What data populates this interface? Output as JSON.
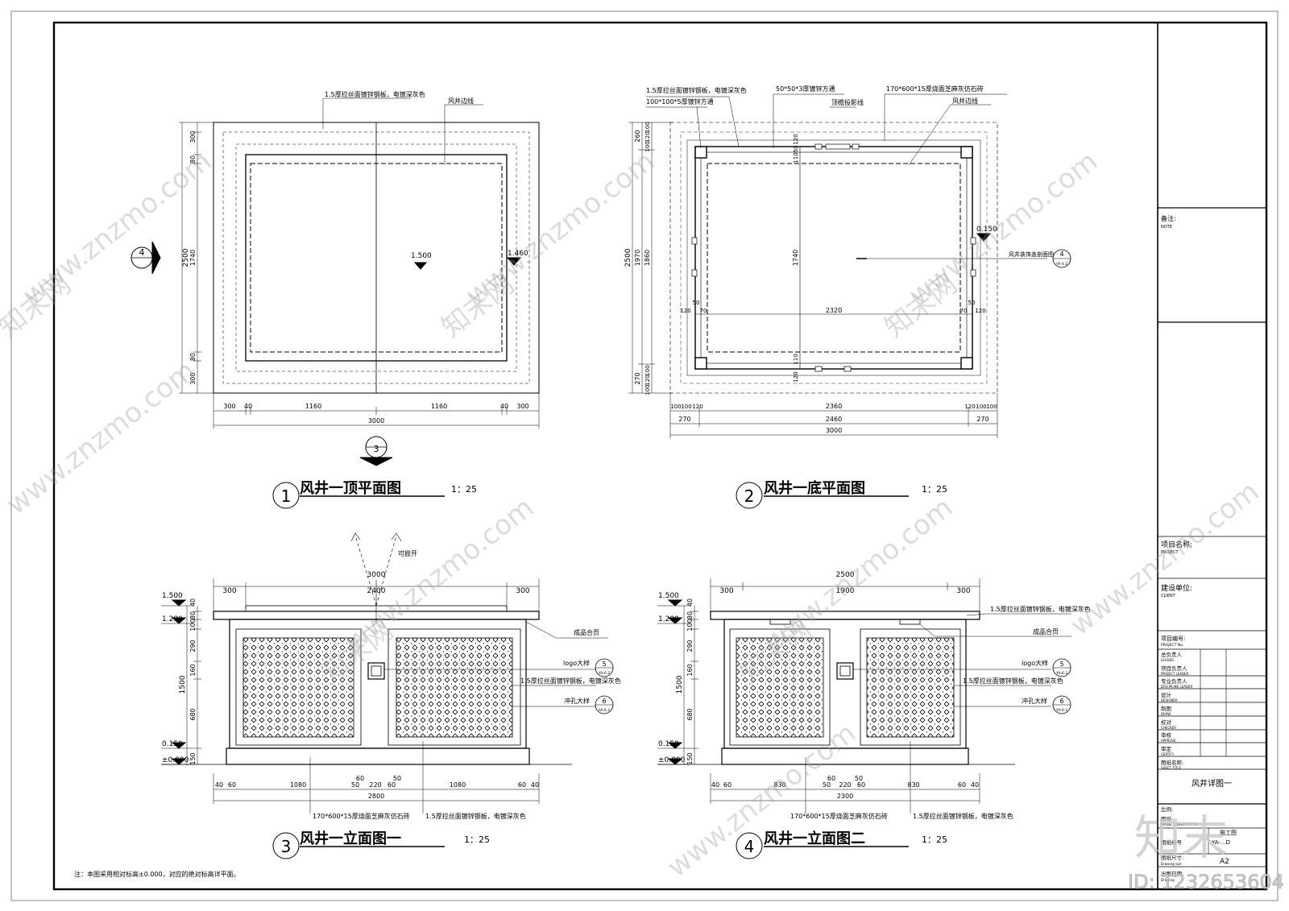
{
  "views": {
    "v1": {
      "num": "1",
      "title": "风井一顶平面图",
      "scale": "1：25"
    },
    "v2": {
      "num": "2",
      "title": "风井一底平面图",
      "scale": "1：25"
    },
    "v3": {
      "num": "3",
      "title": "风井一立面图一",
      "scale": "1：25"
    },
    "v4": {
      "num": "4",
      "title": "风井一立面图二",
      "scale": "1：25"
    }
  },
  "plan1": {
    "label_plate": "1.5厚拉丝面镀锌钢板，电镀深灰色",
    "label_edge": "风井边线",
    "elev_center": "1.500",
    "elev_right": "1.460",
    "dims_left": [
      "300",
      "80",
      "1740",
      "80",
      "300"
    ],
    "dim_left_total": "2500",
    "dims_bottom": [
      "300",
      "40",
      "1160",
      "1160",
      "40",
      "300"
    ],
    "dim_bottom_total": "3000",
    "marker_left": "4",
    "marker_bottom": "3"
  },
  "plan2": {
    "label_plate": "1.5厚拉丝面镀锌钢板，电镀深灰色",
    "label_tube1": "100*100*5厚镀锌方通",
    "label_tube2": "50*50*3厚镀锌方通",
    "label_proj": "顶檐投影线",
    "label_stone": "170*600*15厚烧面芝麻灰仿石砖",
    "label_edge": "风井边线",
    "label_section": "风井装饰盖剖面图",
    "section_ref": "4",
    "section_sheet": "YA-4.2",
    "elev_right": "0.150",
    "dims_left_a": [
      "260",
      "1970",
      "270"
    ],
    "dims_left_b": [
      "100",
      "120",
      "100",
      "1860",
      "100",
      "120",
      "100"
    ],
    "dim_left_total": "2500",
    "inner": {
      "v_top_a": "50",
      "v_top_b": "110",
      "v_top_c": "120",
      "v_mid": "1740",
      "v_bot_a": "110",
      "v_bot_b": "120",
      "h_left_a": "120",
      "h_left_b": "50",
      "h_left_c": "70",
      "h_mid": "2320",
      "h_right_c": "70",
      "h_right_b": "50",
      "h_right_a": "120"
    },
    "dims_bottom_a": [
      "100",
      "100",
      "120",
      "2360",
      "120",
      "100",
      "100"
    ],
    "dims_bottom_b": [
      "270",
      "2460",
      "270"
    ],
    "dim_bottom_total": "3000"
  },
  "elev3": {
    "dim_top_total": "3000",
    "dims_top": [
      "300",
      "2400",
      "300"
    ],
    "label_open": "可掀开",
    "label_hinge": "成品合页",
    "label_logo": "logo大样",
    "logo_ref": "5",
    "logo_sheet": "YA-6.2",
    "label_plate": "1.5厚拉丝面镀锌钢板，电镀深灰色",
    "label_punch": "冲孔大样",
    "punch_ref": "6",
    "punch_sheet": "YA-6.2",
    "levels": [
      "1.500",
      "1.280",
      "0.150",
      "±0.000"
    ],
    "dims_left": [
      "40",
      "80",
      "100",
      "290",
      "160",
      "680",
      "150"
    ],
    "dim_left_total": "1500",
    "dims_bottom_a": [
      "40",
      "60",
      "1080",
      "60",
      "50",
      "220",
      "60",
      "50",
      "1080",
      "60",
      "40"
    ],
    "dim_bottom_total": "2800",
    "label_bottom_left": "170*600*15厚烧面芝麻灰仿石砖",
    "label_bottom_right": "1.5厚拉丝面镀锌钢板，电镀深灰色"
  },
  "elev4": {
    "dim_top_total": "2500",
    "dims_top": [
      "300",
      "1900",
      "300"
    ],
    "label_plate_top": "1.5厚拉丝面镀锌钢板，电镀深灰色",
    "label_hinge": "成品合页",
    "label_logo": "logo大样",
    "logo_ref": "5",
    "logo_sheet": "YA-6.2",
    "label_plate": "1.5厚拉丝面镀锌钢板，电镀深灰色",
    "label_punch": "冲孔大样",
    "punch_ref": "6",
    "punch_sheet": "YA-6.2",
    "levels": [
      "1.500",
      "1.280",
      "0.150",
      "±0.000"
    ],
    "dims_left": [
      "40",
      "80",
      "100",
      "290",
      "160",
      "680",
      "150"
    ],
    "dim_left_total": "1500",
    "dims_bottom_a": [
      "40",
      "60",
      "830",
      "60",
      "50",
      "220",
      "60",
      "50",
      "830",
      "60",
      "40"
    ],
    "dim_bottom_total": "2300",
    "label_bottom_left": "170*600*15厚烧面芝麻灰仿石砖",
    "label_bottom_right": "1.5厚拉丝面镀锌钢板，电镀深灰色"
  },
  "note": "注：本图采用相对标高±0.000，对应的绝对标高详平面。",
  "titleblock": {
    "note_cn": "备注:",
    "note_en": "NOTE",
    "project_cn": "项目名称:",
    "project_en": "PROJECT",
    "client_cn": "建设单位:",
    "client_en": "CLIENT",
    "projno_cn": "项目编号:",
    "projno_en": "PROJECT No.",
    "roles": [
      {
        "cn": "总负责人",
        "en": "LEADER"
      },
      {
        "cn": "项目负责人",
        "en": "PROJECT LEADER"
      },
      {
        "cn": "专业负责人",
        "en": "DISCIPLINE LEADER"
      },
      {
        "cn": "设计",
        "en": "DESIGNER"
      },
      {
        "cn": "制图",
        "en": "DRAW"
      },
      {
        "cn": "校对",
        "en": "CHECKER"
      },
      {
        "cn": "审核",
        "en": "APPROVE"
      },
      {
        "cn": "审定",
        "en": "CERTIFY"
      }
    ],
    "sheet_title_cn": "图纸名称:",
    "sheet_title_en": "SHEET TITLE",
    "sheet_title": "风井详图一",
    "scale_cn": "比例:",
    "desc_cn": "图纸",
    "desc_en": "PROJECT DESCRIPTION",
    "desc_val": "施工图",
    "sheetno_cn": "图纸编号",
    "sheetno_val": "YA-...D",
    "size_cn": "图纸尺寸:",
    "size_en": "Drawing size",
    "size_val": "A2",
    "date_cn": "出图日期:",
    "date_en": "Drawing"
  },
  "watermark": {
    "logo_text": "知末",
    "id_text": "ID: 1232653604",
    "site": "www.znzmo.com",
    "brand": "知末网"
  }
}
